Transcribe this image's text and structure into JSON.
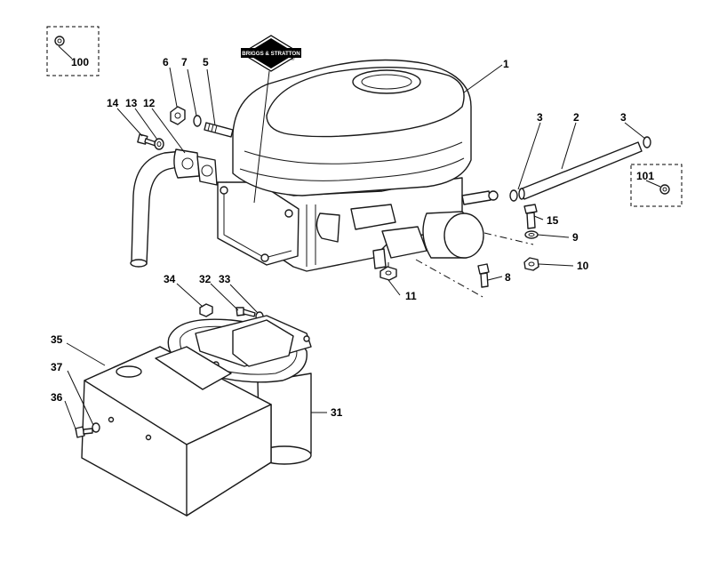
{
  "logo": {
    "brand": "BRIGGS & STRATTON",
    "registered": "®"
  },
  "callouts": {
    "c1": "1",
    "c2": "2",
    "c3a": "3",
    "c3b": "3",
    "c5": "5",
    "c6": "6",
    "c7": "7",
    "c8": "8",
    "c9": "9",
    "c10": "10",
    "c11": "11",
    "c12": "12",
    "c13": "13",
    "c14": "14",
    "c15": "15",
    "c31": "31",
    "c32": "32",
    "c33": "33",
    "c34": "34",
    "c35": "35",
    "c36": "36",
    "c37": "37",
    "c100": "100",
    "c101": "101"
  }
}
